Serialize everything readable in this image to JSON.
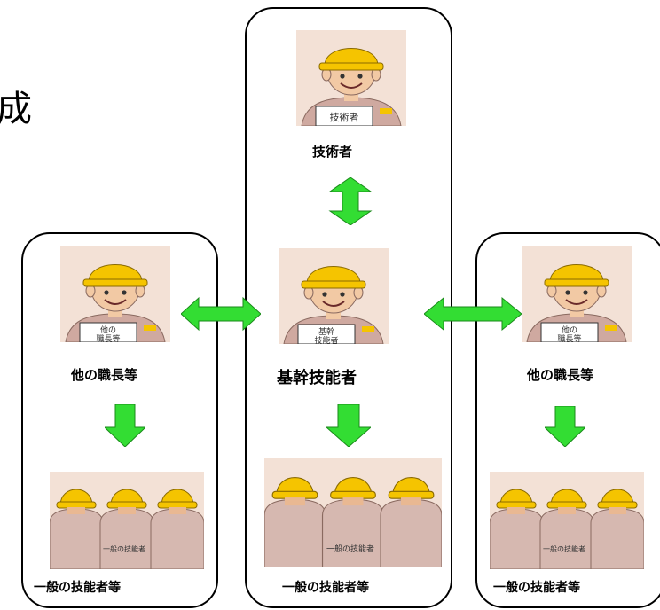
{
  "fragment_text": "成",
  "labels": {
    "engineer": "技術者",
    "core_technician": "基幹技能者",
    "other_foreman_left": "他の職長等",
    "other_foreman_right": "他の職長等",
    "general_left": "一般の技能者等",
    "general_center": "一般の技能者等",
    "general_right": "一般の技能者等"
  },
  "badges": {
    "engineer": "技術者",
    "core_line1": "基幹",
    "core_line2": "技能者",
    "foreman_line1": "他の",
    "foreman_line2": "職長等",
    "crowd": "一般の技能者"
  },
  "colors": {
    "helmet": "#f5c400",
    "arrow": "#33dd33",
    "card_bg": "#f3e1d6",
    "suit": "#cfa9a0"
  }
}
